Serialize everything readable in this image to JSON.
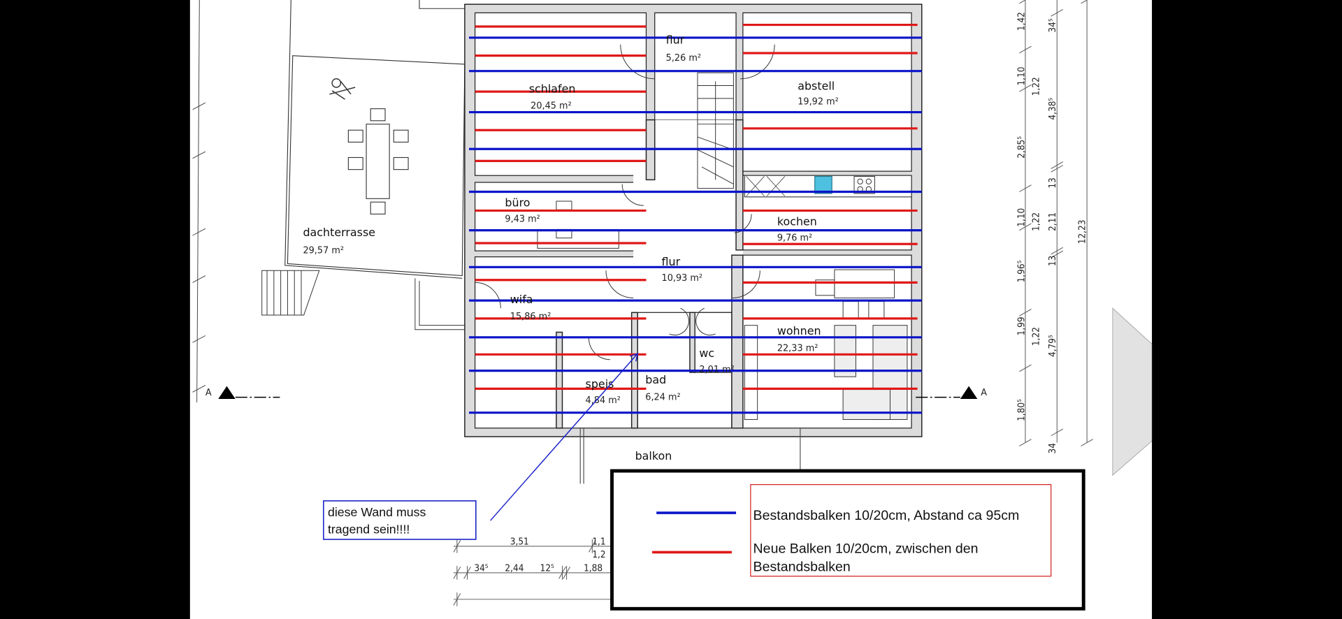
{
  "rooms": {
    "schlafen": {
      "name": "schlafen",
      "area": "20,45 m²"
    },
    "abstell": {
      "name": "abstell",
      "area": "19,92 m²"
    },
    "flur_top": {
      "name": "flur",
      "area": "5,26 m²"
    },
    "buero": {
      "name": "büro",
      "area": "9,43 m²"
    },
    "kochen": {
      "name": "kochen",
      "area": "9,76 m²"
    },
    "dachterrasse": {
      "name": "dachterrasse",
      "area": "29,57 m²"
    },
    "flur_mid": {
      "name": "flur",
      "area": "10,93 m²"
    },
    "wifa": {
      "name": "wifa",
      "area": "15,86 m²"
    },
    "wohnen": {
      "name": "wohnen",
      "area": "22,33 m²"
    },
    "wc": {
      "name": "wc",
      "area": "2,01 m²"
    },
    "speis": {
      "name": "speis",
      "area": "4,84 m²"
    },
    "bad": {
      "name": "bad",
      "area": "6,24 m²"
    },
    "balkon": {
      "name": "balkon"
    }
  },
  "section_mark": "A",
  "annotation": {
    "line1": "diese Wand muss",
    "line2": "tragend sein!!!!"
  },
  "legend": {
    "existing": {
      "label": "Bestandsbalken 10/20cm, Abstand ca 95cm",
      "color": "#0a14c8"
    },
    "new": {
      "label1": "Neue Balken 10/20cm, zwischen den",
      "label2": "Bestandsbalken",
      "color": "#e01818"
    }
  },
  "dimensions": {
    "right_col1": [
      "1,42",
      "1,10",
      "2,85⁵",
      "1,10",
      "1,96⁵",
      "1,99",
      "1,80⁵"
    ],
    "right_col2": [
      "1,22",
      "1,22",
      "1,22"
    ],
    "right_col3": [
      "34⁵",
      "4,38⁵",
      "13",
      "2,11",
      "13",
      "4,79⁵",
      "34"
    ],
    "right_total": "12,23",
    "bottom_row1": [
      "3,51",
      "1,1"
    ],
    "bottom_row1b": "1,2",
    "bottom_row2": [
      "34⁵",
      "2,44",
      "12⁵",
      "1,88"
    ]
  }
}
